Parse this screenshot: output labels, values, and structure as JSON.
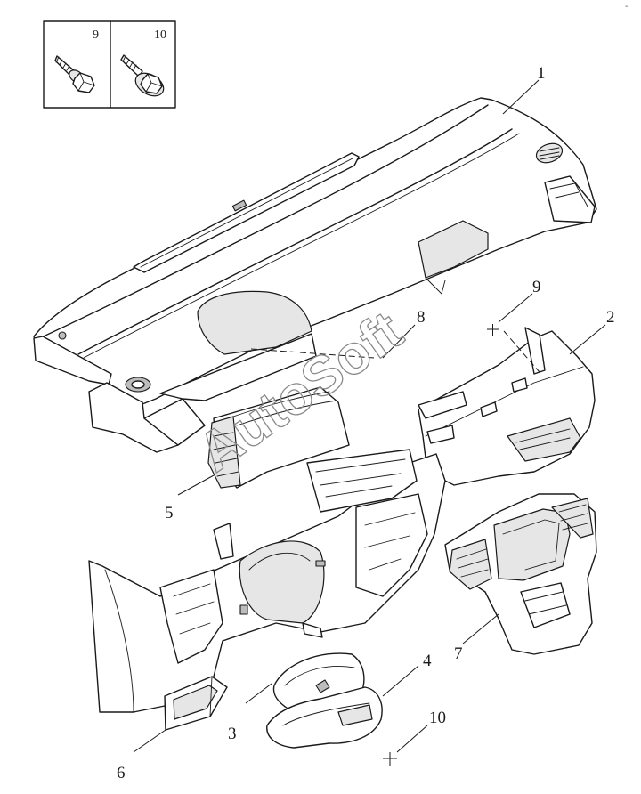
{
  "watermark": "AutoSoft",
  "corner_mark": "‐’",
  "legend": {
    "fasteners": [
      {
        "number": "9",
        "icon": "bolt-icon"
      },
      {
        "number": "10",
        "icon": "flange-bolt-icon"
      }
    ]
  },
  "callouts": [
    {
      "number": "1",
      "part": "instrument-panel-upper"
    },
    {
      "number": "2",
      "part": "instrument-panel-lower-frame"
    },
    {
      "number": "3",
      "part": "steering-column-cover-upper"
    },
    {
      "number": "4",
      "part": "steering-column-cover-lower"
    },
    {
      "number": "5",
      "part": "instrument-cluster-hood"
    },
    {
      "number": "6",
      "part": "storage-pocket"
    },
    {
      "number": "7",
      "part": "center-console-bezel"
    },
    {
      "number": "8",
      "part": "fastener-clip"
    },
    {
      "number": "9",
      "part": "bolt"
    },
    {
      "number": "10",
      "part": "flange-bolt"
    }
  ]
}
